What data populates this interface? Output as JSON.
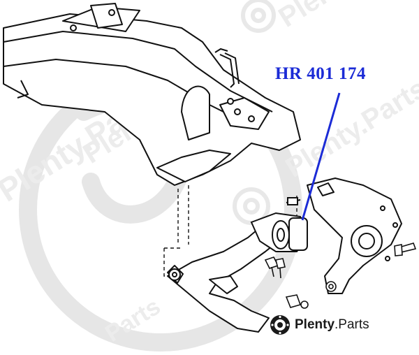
{
  "diagram": {
    "part_number": "HR 401 174",
    "callout_color": "#1b2bd6"
  },
  "brand": {
    "name": "Plenty",
    "domain_suffix": ".Parts",
    "icon": "plenty-parts-logo-icon"
  },
  "watermark": {
    "text": "Plenty.Parts",
    "fragment_text": "Parts"
  }
}
